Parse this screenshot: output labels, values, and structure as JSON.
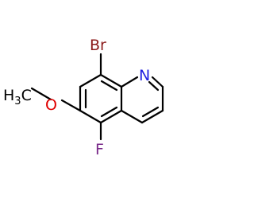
{
  "molecule": {
    "atoms": {
      "bromine": {
        "text": "Br",
        "color": "#8b1a1a"
      },
      "nitrogen": {
        "text": "N",
        "color": "#1f1fe0"
      },
      "oxygen": {
        "text": "O",
        "color": "#e00000"
      },
      "fluorine": {
        "text": "F",
        "color": "#7a2a8a"
      },
      "methyl": {
        "main": "H",
        "subscript": "3",
        "tail": "C",
        "color": "#000000"
      }
    },
    "bond_color": "#000000"
  }
}
